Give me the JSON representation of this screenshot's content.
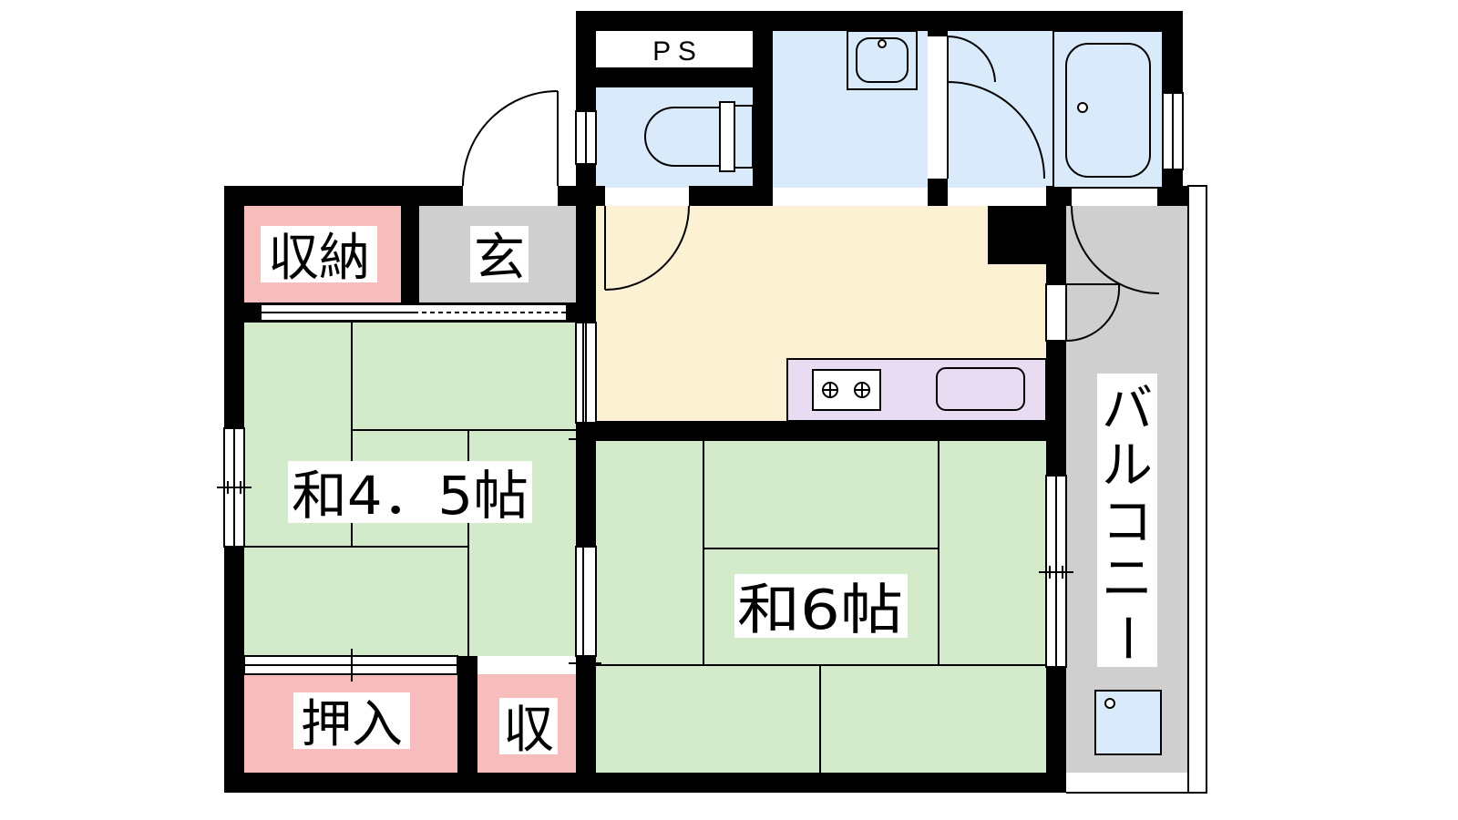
{
  "plan": {
    "labels": {
      "storage_top": "収納",
      "entrance": "玄",
      "pipe_space": "P S",
      "tatami_small": "和4．5帖",
      "tatami_large": "和6帖",
      "closet": "押入",
      "storage_small": "収",
      "balcony": [
        "バ",
        "ル",
        "コ",
        "ニ",
        "ー"
      ]
    },
    "colors": {
      "wall": "#000000",
      "tatami": "#d3ebcb",
      "storage": "#f7bdbd",
      "entrance": "#cfcfcf",
      "wet_area": "#d9ebfb",
      "kitchen": "#fdf1d3",
      "counter": "#e8dcf3",
      "balcony": "#cfcfcf"
    },
    "icons": [
      "toilet-icon",
      "washbasin-icon",
      "bathtub-icon",
      "stove-icon",
      "sink-icon",
      "washing-machine-pan-icon"
    ]
  }
}
